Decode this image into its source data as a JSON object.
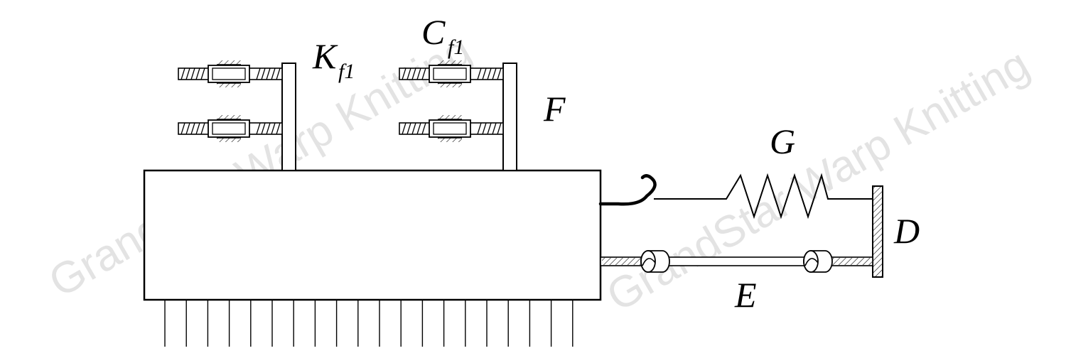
{
  "labels": {
    "k_main": "K",
    "k_sub": "f1",
    "c_main": "C",
    "c_sub": "f1",
    "f": "F",
    "g": "G",
    "d": "D",
    "e": "E"
  },
  "watermark": {
    "text": "GrandStar Warp Knitting",
    "color": "#e3e3e3"
  },
  "colors": {
    "stroke": "#000000",
    "background": "#ffffff"
  }
}
